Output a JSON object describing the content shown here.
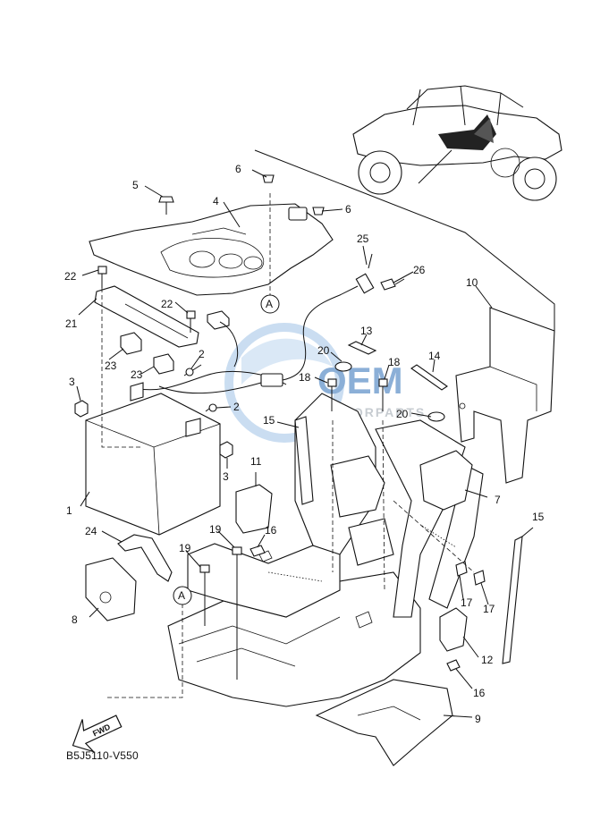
{
  "diagram_code": "B5J5110-V550",
  "fwd_label": "FWD",
  "watermark": {
    "main": "OEM",
    "sub": "MOTORPARTS",
    "color_blue": "#2e6fb7",
    "color_gray": "#9aa3ad"
  },
  "reference_marks": [
    "A",
    "A"
  ],
  "callouts": [
    "1",
    "2",
    "2",
    "3",
    "3",
    "4",
    "5",
    "6",
    "6",
    "7",
    "8",
    "9",
    "10",
    "11",
    "12",
    "13",
    "14",
    "15",
    "15",
    "16",
    "16",
    "17",
    "17",
    "18",
    "18",
    "19",
    "19",
    "20",
    "20",
    "21",
    "22",
    "22",
    "23",
    "23",
    "24",
    "25",
    "26"
  ]
}
